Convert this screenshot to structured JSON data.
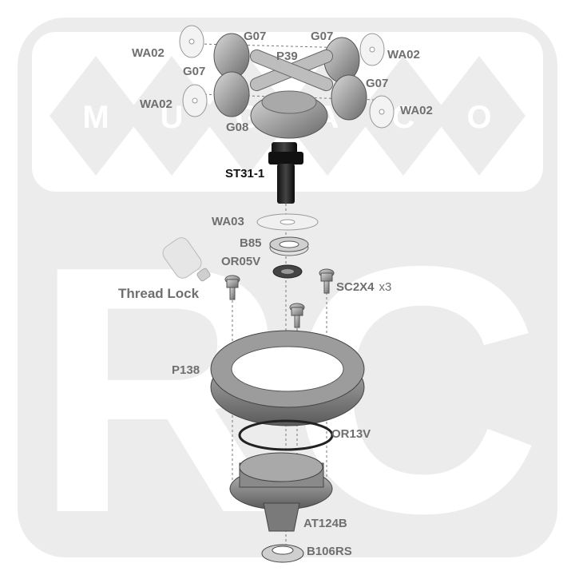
{
  "watermark": {
    "letters": [
      "M",
      "U",
      "G",
      "A",
      "C",
      "O"
    ],
    "big": "RC"
  },
  "labels": {
    "wa02_tl": "WA02",
    "wa02_tr": "WA02",
    "wa02_ml": "WA02",
    "wa02_mr": "WA02",
    "g07_tl": "G07",
    "g07_tr": "G07",
    "g07_ml": "G07",
    "g07_mr": "G07",
    "p39": "P39",
    "g08": "G08",
    "st31": "ST31-1",
    "wa03": "WA03",
    "b85": "B85",
    "or05v": "OR05V",
    "thread_lock": "Thread Lock",
    "sc2x4": "SC2X4",
    "sc2x4_qty": "x3",
    "p138": "P138",
    "or13v": "OR13V",
    "at124b": "AT124B",
    "b106rs": "B106RS"
  },
  "colors": {
    "watermark": "#ececec",
    "label": "#6f6f6f",
    "highlight": "#111111",
    "part": "#8a8a8a"
  }
}
